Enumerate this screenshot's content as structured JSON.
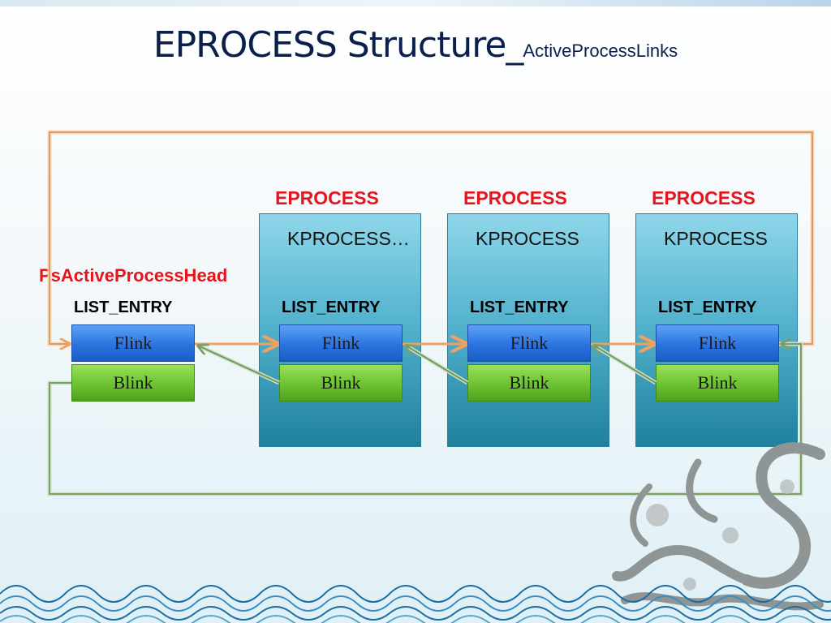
{
  "title": {
    "main": "EPROCESS Structure_",
    "sub": "ActiveProcessLinks"
  },
  "head": {
    "label": "PsActiveProcessHead",
    "entry_label": "LIST_ENTRY",
    "flink": "Flink",
    "blink": "Blink"
  },
  "processes": [
    {
      "label": "EPROCESS",
      "kprocess": "KPROCESS…",
      "entry_label": "LIST_ENTRY",
      "flink": "Flink",
      "blink": "Blink"
    },
    {
      "label": "EPROCESS",
      "kprocess": "KPROCESS",
      "entry_label": "LIST_ENTRY",
      "flink": "Flink",
      "blink": "Blink"
    },
    {
      "label": "EPROCESS",
      "kprocess": "KPROCESS",
      "entry_label": "LIST_ENTRY",
      "flink": "Flink",
      "blink": "Blink"
    }
  ],
  "colors": {
    "title": "#0b1f4d",
    "accent_red": "#e8141c",
    "flink_arrow": "#f0a060",
    "blink_arrow": "#6f9a5c",
    "outer_flink_loop": "#e09a5a",
    "outer_blink_loop": "#7aa06a"
  },
  "icons": [
    "wave-pattern-decoration",
    "dragon-decoration"
  ]
}
